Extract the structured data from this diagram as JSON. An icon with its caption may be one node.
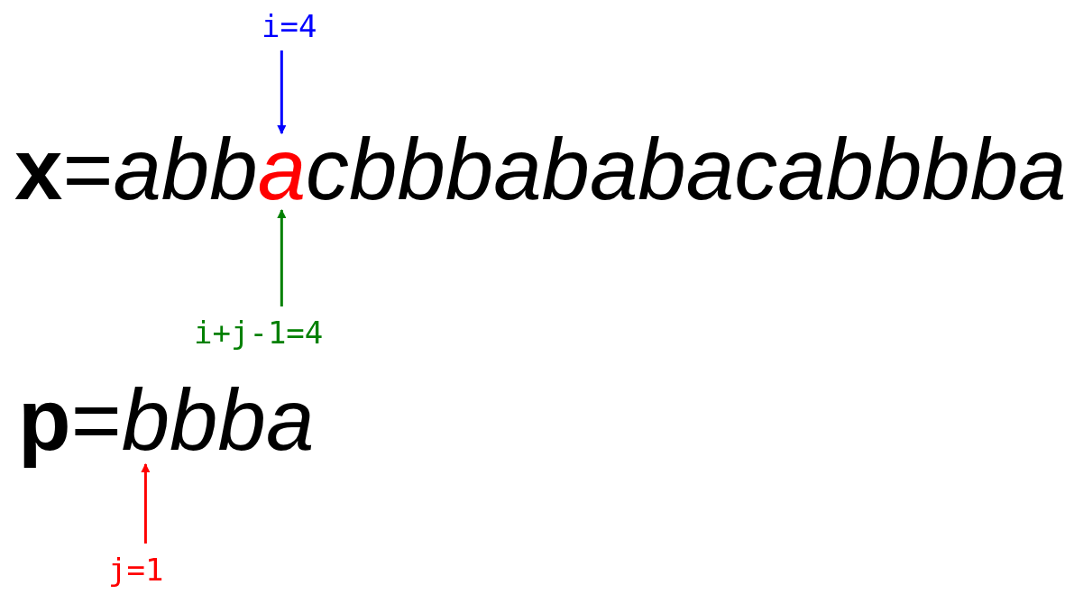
{
  "diagram": {
    "nodes": [
      {
        "text": [
          "i=4"
        ]
      },
      {
        "text": [
          "a"
        ]
      },
      {
        "text": [
          "i+j-1=4"
        ]
      },
      {
        "text": [
          "b"
        ]
      },
      {
        "text": [
          "j=1"
        ]
      }
    ],
    "edges": [
      {
        "from": 0,
        "to": 1,
        "arrow": "to",
        "color": "#0000ff"
      },
      {
        "from": 2,
        "to": 1,
        "arrow": "to",
        "color": "#008000"
      },
      {
        "from": 4,
        "to": 3,
        "arrow": "to",
        "color": "#ff0000"
      }
    ],
    "labels": [
      "**x**=",
      "abb",
      "cbbbababacabbbba",
      "**p**=",
      "bba"
    ]
  }
}
